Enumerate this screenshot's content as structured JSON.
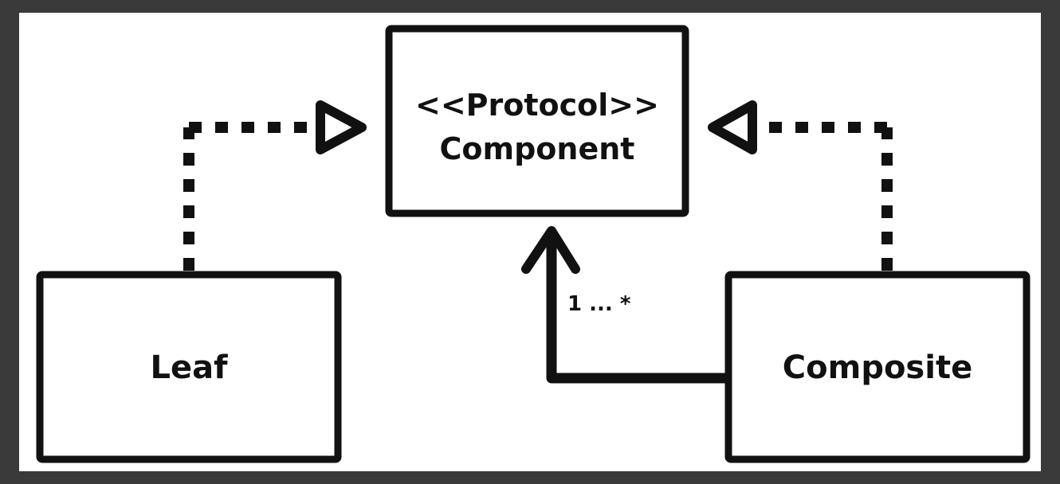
{
  "diagram": {
    "component": {
      "stereotype": "<<Protocol>>",
      "name": "Component"
    },
    "leaf": {
      "name": "Leaf"
    },
    "composite": {
      "name": "Composite"
    },
    "aggregation": {
      "multiplicity": "1 ... *"
    }
  },
  "colors": {
    "frame": "#3a3a3a",
    "background": "#ffffff",
    "ink": "#111111"
  },
  "icons": {
    "realization_arrowhead": "hollow-triangle-arrowhead",
    "association_arrowhead": "open-arrowhead"
  }
}
